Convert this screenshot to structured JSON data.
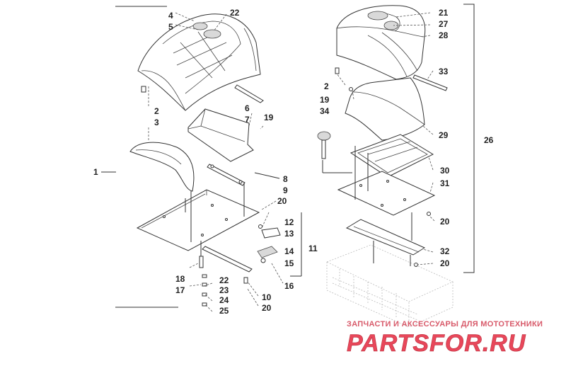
{
  "callouts": [
    "1",
    "2",
    "3",
    "4",
    "5",
    "6",
    "7",
    "8",
    "9",
    "10",
    "11",
    "12",
    "13",
    "14",
    "15",
    "16",
    "17",
    "18",
    "19",
    "20",
    "21",
    "22",
    "23",
    "24",
    "25",
    "26",
    "27",
    "28",
    "29",
    "30",
    "31",
    "32",
    "33",
    "34"
  ],
  "labels": [
    {
      "id": "l4",
      "text": "4"
    },
    {
      "id": "l5",
      "text": "5"
    },
    {
      "id": "l22a",
      "text": "22"
    },
    {
      "id": "l2a",
      "text": "2"
    },
    {
      "id": "l3",
      "text": "3"
    },
    {
      "id": "l6",
      "text": "6"
    },
    {
      "id": "l7",
      "text": "7"
    },
    {
      "id": "l19a",
      "text": "19"
    },
    {
      "id": "l1",
      "text": "1"
    },
    {
      "id": "l8",
      "text": "8"
    },
    {
      "id": "l9",
      "text": "9"
    },
    {
      "id": "l20a",
      "text": "20"
    },
    {
      "id": "l12",
      "text": "12"
    },
    {
      "id": "l13",
      "text": "13"
    },
    {
      "id": "l14",
      "text": "14"
    },
    {
      "id": "l15",
      "text": "15"
    },
    {
      "id": "l16",
      "text": "16"
    },
    {
      "id": "l11",
      "text": "11"
    },
    {
      "id": "l18",
      "text": "18"
    },
    {
      "id": "l17",
      "text": "17"
    },
    {
      "id": "l22b",
      "text": "22"
    },
    {
      "id": "l23",
      "text": "23"
    },
    {
      "id": "l24",
      "text": "24"
    },
    {
      "id": "l25",
      "text": "25"
    },
    {
      "id": "l10",
      "text": "10"
    },
    {
      "id": "l20b",
      "text": "20"
    },
    {
      "id": "l21",
      "text": "21"
    },
    {
      "id": "l27",
      "text": "27"
    },
    {
      "id": "l28",
      "text": "28"
    },
    {
      "id": "l33",
      "text": "33"
    },
    {
      "id": "l2b",
      "text": "2"
    },
    {
      "id": "l19b",
      "text": "19"
    },
    {
      "id": "l34",
      "text": "34"
    },
    {
      "id": "l29",
      "text": "29"
    },
    {
      "id": "l26",
      "text": "26"
    },
    {
      "id": "l30",
      "text": "30"
    },
    {
      "id": "l31",
      "text": "31"
    },
    {
      "id": "l20c",
      "text": "20"
    },
    {
      "id": "l32",
      "text": "32"
    },
    {
      "id": "l20d",
      "text": "20"
    }
  ],
  "watermark": {
    "tagline": "ЗАПЧАСТИ И АКСЕССУАРЫ ДЛЯ МОТОТЕХНИКИ",
    "brand": "PARTSFOR.RU",
    "color": "#e8475a"
  }
}
